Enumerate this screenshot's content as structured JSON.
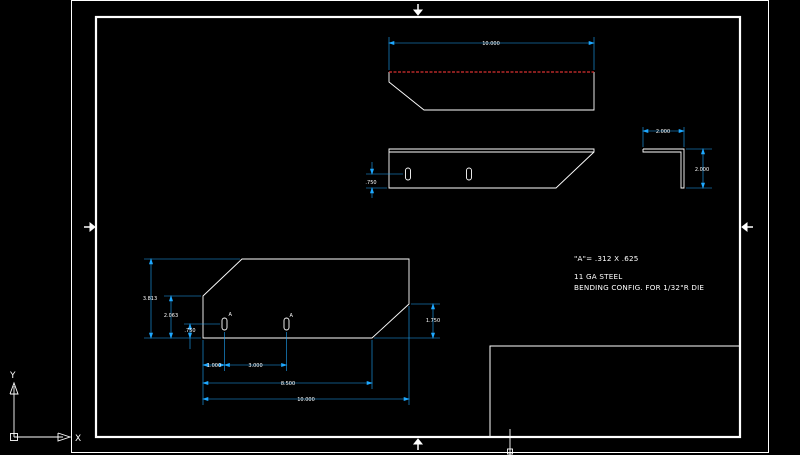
{
  "drawing": {
    "top_view": {
      "length_dim": "10.000"
    },
    "front_view": {
      "hole_height_dim": ".750"
    },
    "end_view": {
      "flange_dim": "2.000",
      "leg_dim": "2.000"
    },
    "flat_pattern": {
      "height_dim": "3.813",
      "left_edge_dim": "2.063",
      "hole_height_dim": ".750",
      "right_edge_dim": "1.750",
      "hole_label_1": "A",
      "hole_label_2": "A",
      "hole1_dim": "1.000",
      "hole_spacing_dim": "3.000",
      "bottom_length_dim": "8.500",
      "overall_length_dim": "10.000"
    },
    "notes": {
      "hole_spec": "\"A\"= .312 X .625",
      "material": "11 GA STEEL",
      "bending": "BENDING CONFIG. FOR 1/32\"R DIE"
    }
  },
  "ucs": {
    "x_label": "X",
    "y_label": "Y"
  },
  "colors": {
    "background": "#000000",
    "line": "#ffffff",
    "dimension": "#1ea8ff",
    "hidden_edge": "#d83030"
  }
}
